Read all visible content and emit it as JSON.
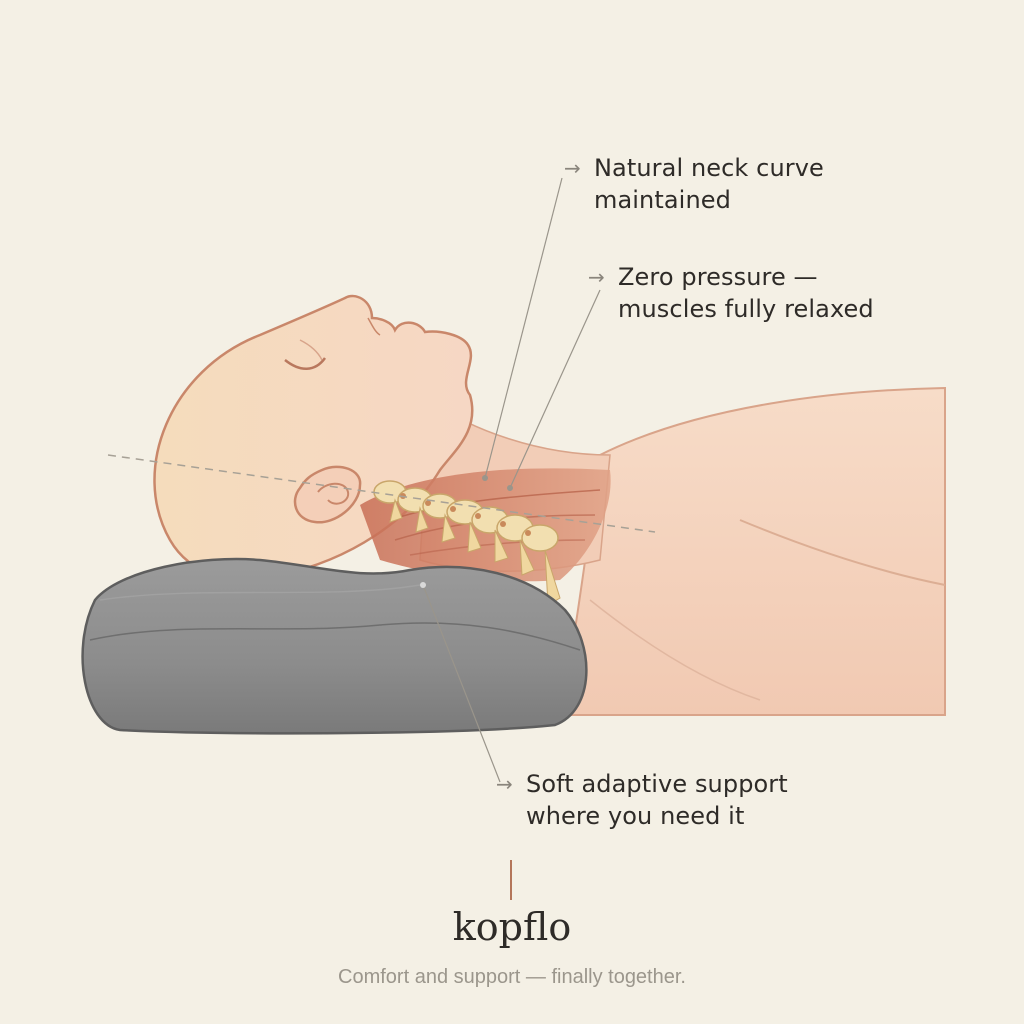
{
  "callouts": {
    "neck_curve": {
      "line1": "Natural neck curve",
      "line2": "maintained"
    },
    "zero_pressure": {
      "line1": "Zero pressure —",
      "line2": "muscles fully relaxed"
    },
    "soft_support": {
      "line1": "Soft adaptive support",
      "line2": "where you need it"
    }
  },
  "arrow_glyph": "→",
  "brand": {
    "name": "kopflo",
    "tagline": "Comfort and support — finally together."
  },
  "colors": {
    "background": "#f4f0e5",
    "skin": "#f3d2bd",
    "skin_outline": "#c9876a",
    "muscle": "#cf8068",
    "bone": "#f1dfb0",
    "pillow": "#8e8e8e",
    "leader_line": "#9a958b",
    "accent": "#b4765a"
  }
}
